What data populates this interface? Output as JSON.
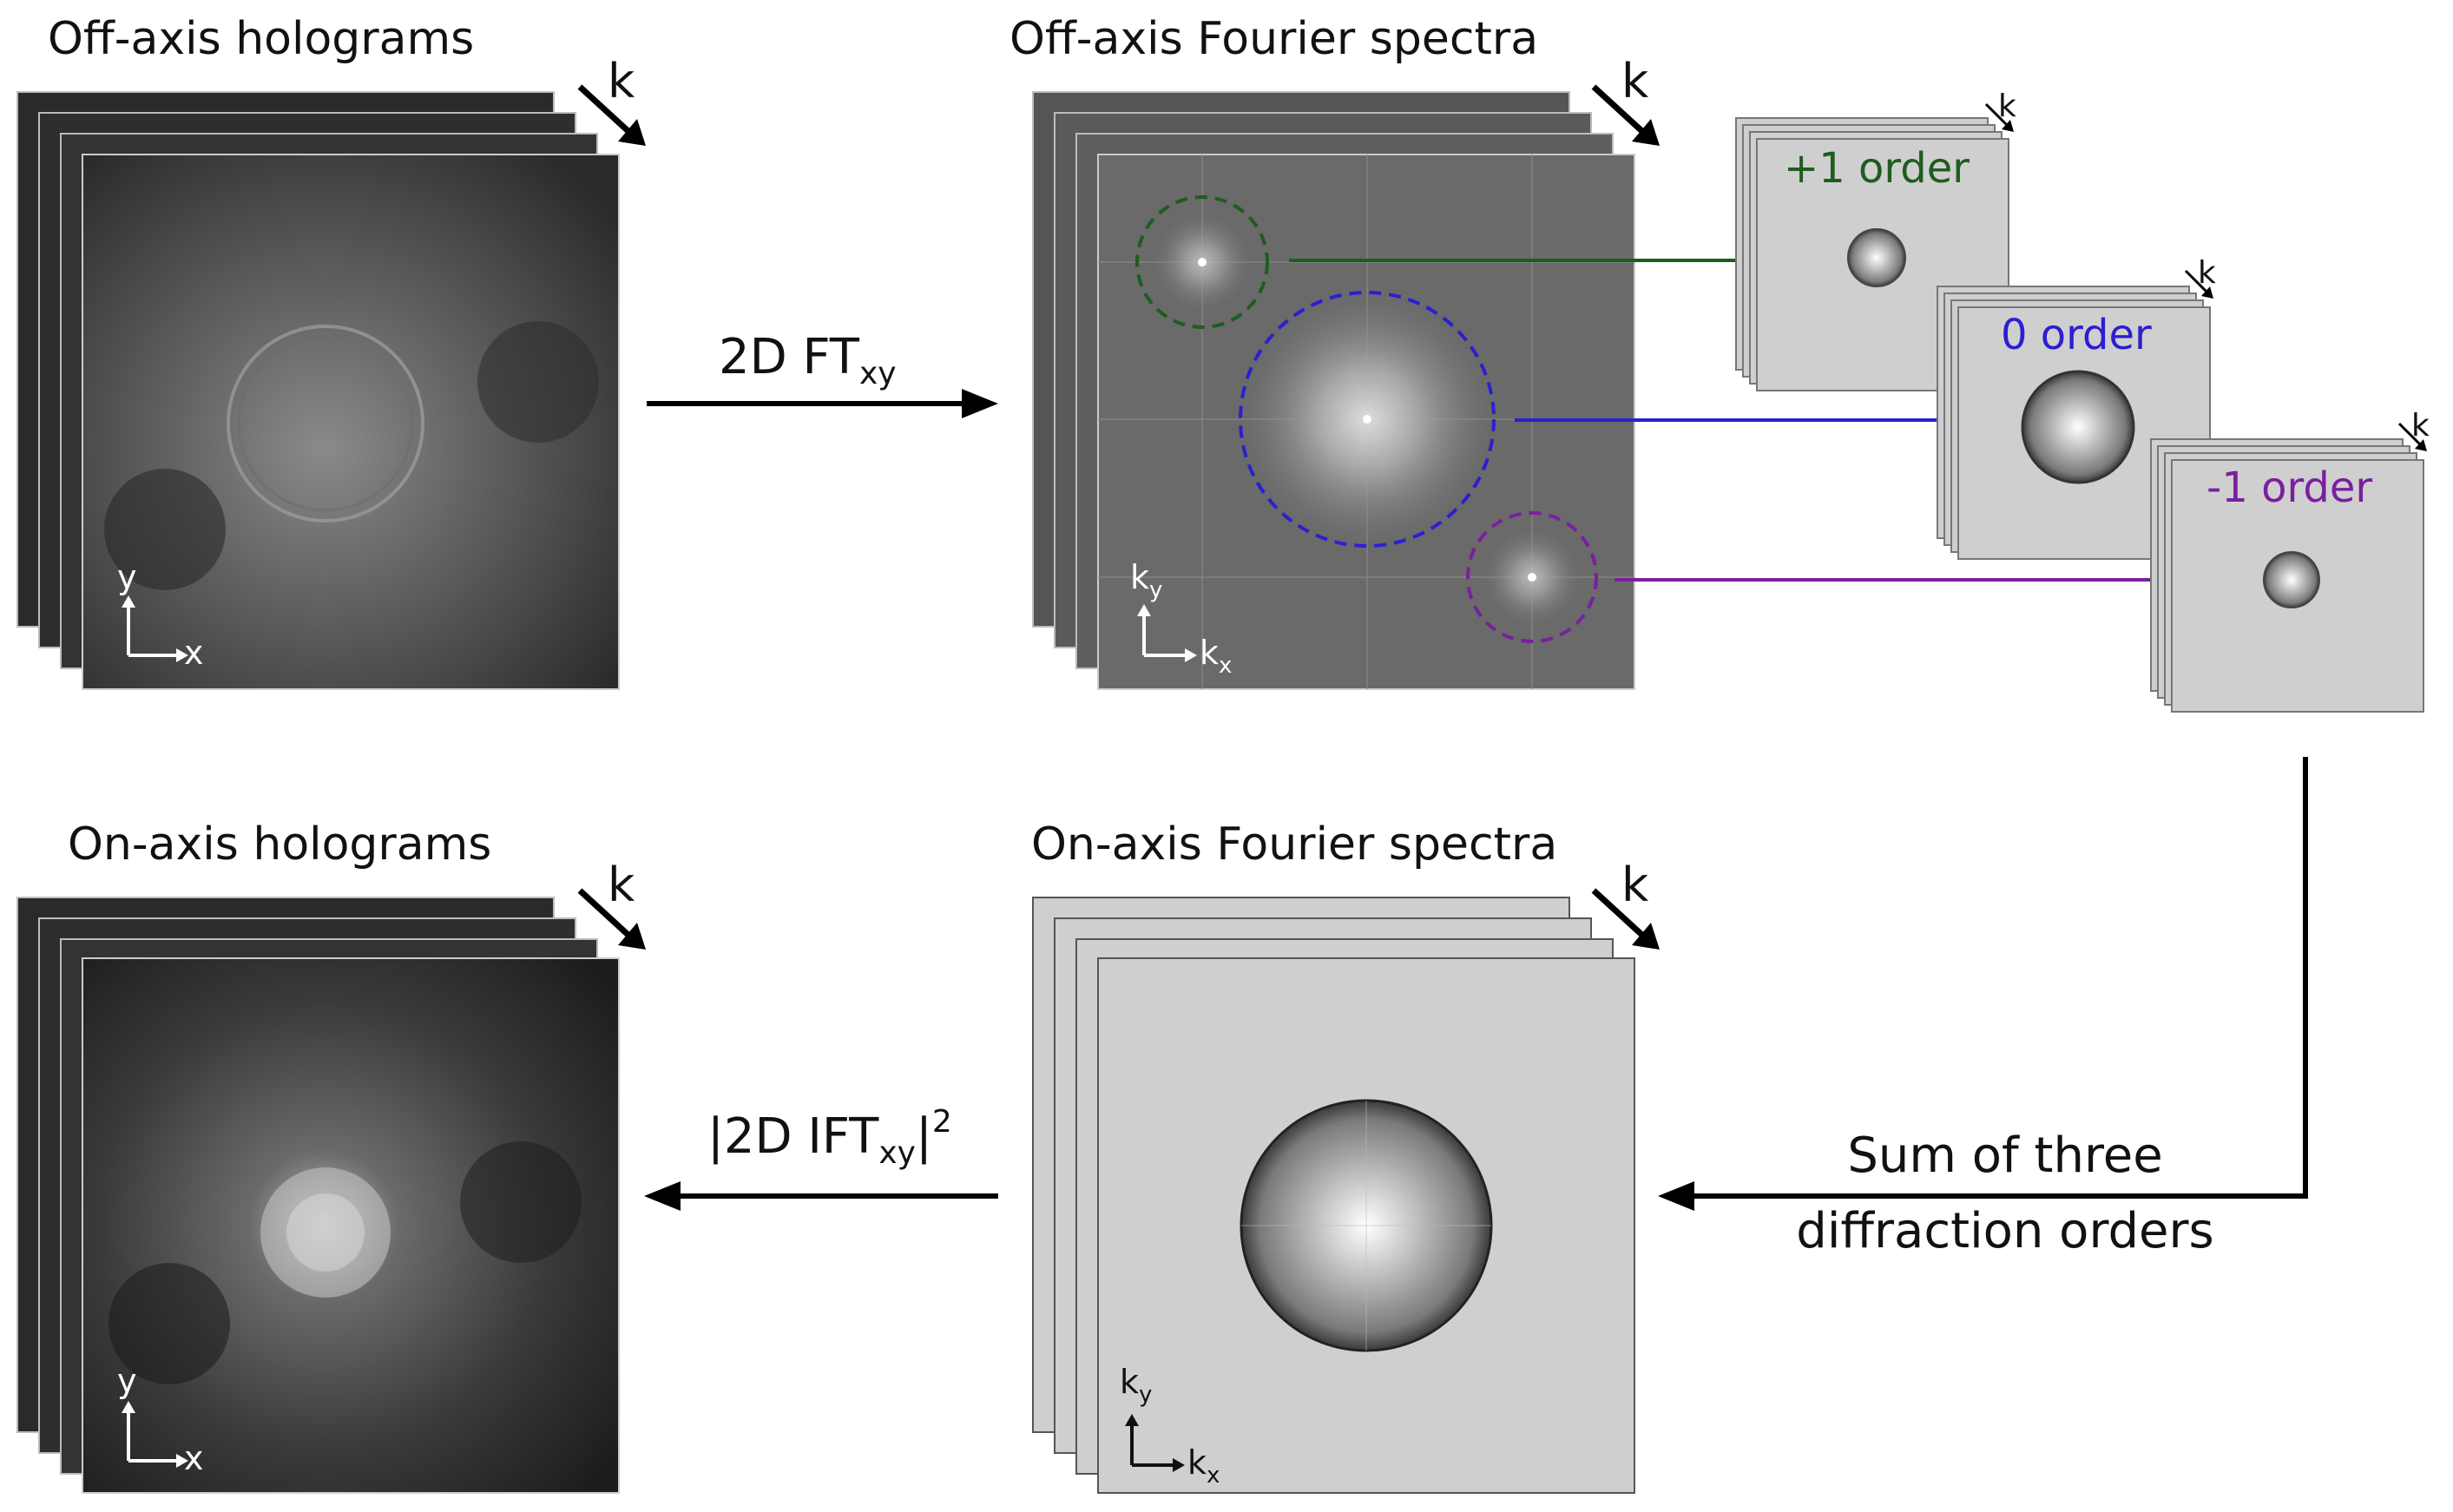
{
  "titles": {
    "offaxis_holograms": "Off-axis  holograms",
    "offaxis_spectra": "Off-axis Fourier spectra",
    "onaxis_holograms": "On-axis holograms",
    "onaxis_spectra": "On-axis Fourier spectra"
  },
  "operations": {
    "ft_main": "2D FT",
    "ft_sub": "xy",
    "ift_open": "|2D IFT",
    "ift_sub": "xy",
    "ift_close": "|",
    "ift_sup": "2",
    "sum_line1": "Sum of three",
    "sum_line2": "diffraction orders"
  },
  "orders": {
    "plus1": "+1 order",
    "zero": "0 order",
    "minus1": "-1 order"
  },
  "axes": {
    "x": "x",
    "y": "y",
    "k": "k",
    "kx_sub": "x",
    "ky_sub": "y",
    "k_stack": "k"
  },
  "colors": {
    "plus1": "#1f5c1f",
    "zero": "#2b1fd1",
    "minus1": "#7a1f9e",
    "arrow": "#000000",
    "panel_light": "#cfcfcf"
  }
}
